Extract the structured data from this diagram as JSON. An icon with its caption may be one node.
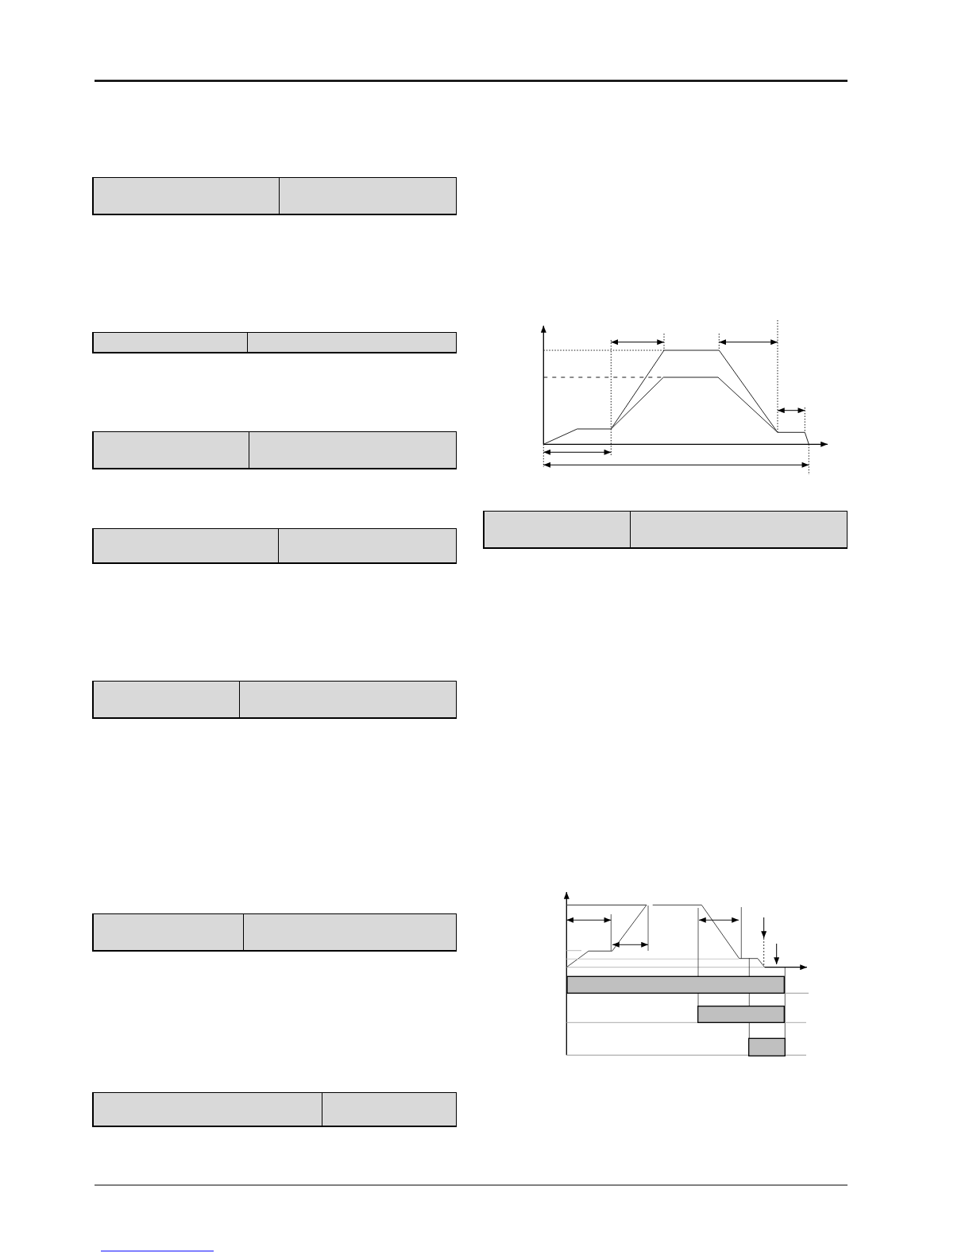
{
  "diagram": {
    "nodes": [
      {
        "text": [],
        "shape": "box"
      },
      {
        "text": [],
        "shape": "box"
      },
      {
        "text": [],
        "shape": "box"
      },
      {
        "text": [],
        "shape": "box"
      },
      {
        "text": [],
        "shape": "box"
      },
      {
        "text": [],
        "shape": "box"
      },
      {
        "text": [],
        "shape": "box"
      },
      {
        "text": [],
        "shape": "box"
      },
      {
        "text": [],
        "shape": "box"
      },
      {
        "text": [],
        "shape": "box"
      },
      {
        "text": [],
        "shape": "box"
      },
      {
        "text": [],
        "shape": "box"
      },
      {
        "text": [],
        "shape": "box"
      },
      {
        "text": [],
        "shape": "box"
      },
      {
        "text": [],
        "shape": "box"
      },
      {
        "text": [],
        "shape": "box"
      },
      {
        "text": [],
        "shape": "bar"
      },
      {
        "text": [],
        "shape": "bar"
      },
      {
        "text": [],
        "shape": "bar"
      }
    ]
  }
}
